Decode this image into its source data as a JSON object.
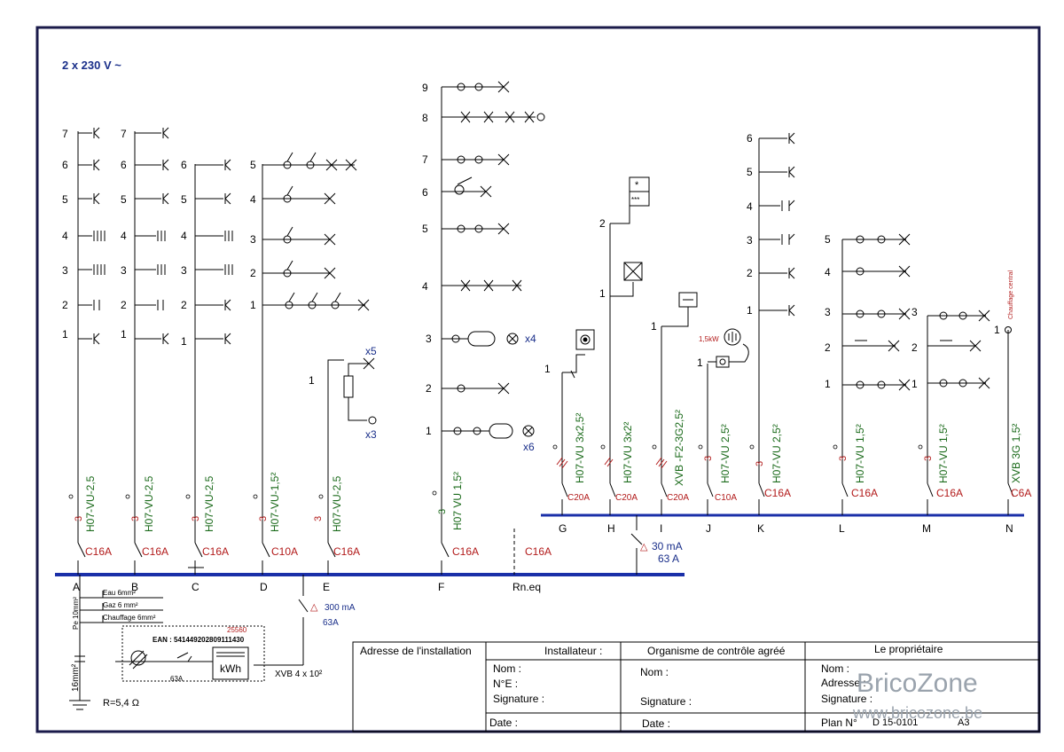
{
  "title": "2 x 230 V ~",
  "colors": {
    "bus": "#1a2fa8",
    "cable": "#1a6a1a",
    "breaker": "#b21a1a",
    "frame": "#1a1a4a",
    "label": "#1a2f8a"
  },
  "breakers": {
    "A": "C16A",
    "B": "C16A",
    "C": "C16A",
    "D": "C10A",
    "E": "C16A",
    "F": "C16A",
    "Rn": "C16A",
    "G": "C20A",
    "H": "C20A",
    "I": "C20A",
    "J": "C10A",
    "K": "C16A",
    "L": "C16A",
    "M": "C16A",
    "N": "C6A"
  },
  "cables": {
    "A": "H07-VU-2,5",
    "B": "H07-VU-2,5",
    "C": "H07-VU-2,5",
    "D": "H07-VU-1,5²",
    "E": "H07-VU-2,5",
    "F": "H07 VU 1,5²",
    "G": "H07-VU 3x2,5²",
    "H": "H07-VU 3x2²",
    "I": "XVB -F2-3G2,5²",
    "J": "H07-VU 2,5²",
    "K": "H07-VU 2,5²",
    "L": "H07-VU 1,5²",
    "M": "H07-VU 1,5²",
    "N": "XVB 3G 1,5²"
  },
  "circuit_letters": {
    "A": "A",
    "B": "B",
    "C": "C",
    "D": "D",
    "E": "E",
    "F": "F",
    "Rn": "Rn.eq",
    "G": "G",
    "H": "H",
    "I": "I",
    "J": "J",
    "K": "K",
    "L": "L",
    "M": "M",
    "N": "N"
  },
  "differential_30": {
    "sensitivity": "30 mA",
    "rating": "63 A"
  },
  "differential_300": {
    "sensitivity": "300 mA",
    "rating": "63A"
  },
  "earth": {
    "water": "Eau 6mm²",
    "gas": "Gaz 6 mm²",
    "heating": "Chauffage 6mm²",
    "pe": "Pe 10mm²",
    "conductor": "16mm²",
    "resistance": "R=5,4 Ω"
  },
  "meter": {
    "number": "25560",
    "ean": "EAN : 541449202809111430",
    "unit": "kWh",
    "main_rating": "63A",
    "supply_cable": "XVB 4 x 10²"
  },
  "multipliers": {
    "d_top": "x5",
    "d_bottom": "x3",
    "f3": "x4",
    "f1": "x6",
    "wire3": "3"
  },
  "appliance_labels": {
    "j_power": "1,5kW",
    "n_heating": "Chauffage central",
    "g_symbol": "*",
    "g_stars": "***"
  },
  "numbers": [
    "1",
    "2",
    "3",
    "4",
    "5",
    "6",
    "7",
    "8",
    "9"
  ],
  "table": {
    "address_header": "Adresse de l'installation",
    "installer_header": "Installateur :",
    "inspection_header": "Organisme de contrôle agréé",
    "owner_header": "Le propriétaire",
    "nom": "Nom :",
    "ne": "N°E :",
    "signature": "Signature :",
    "date": "Date :",
    "adresse": "Adresse :",
    "plan_label": "Plan N°",
    "plan_number": "D 15-0101",
    "format": "A3"
  },
  "watermark": {
    "brand": "BricoZone",
    "url": "www.bricozone.be"
  }
}
